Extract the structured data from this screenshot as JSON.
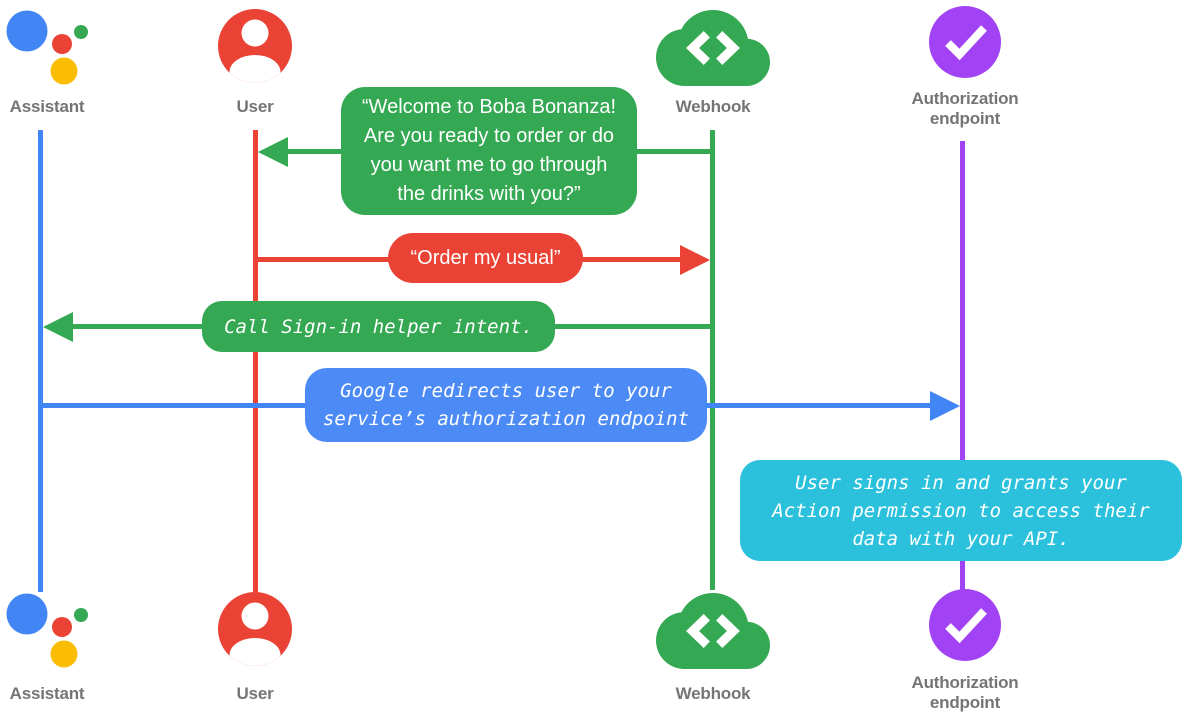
{
  "colors": {
    "assistant_blue": "#4285F4",
    "user_red": "#EA4335",
    "webhook_green": "#34A853",
    "assistant_yellow": "#FBBC04",
    "authorization_purple": "#A142F4",
    "note_cyan": "#2BC1DC",
    "redirect_blue": "#4C8BF5",
    "label_gray": "#757575"
  },
  "actors": [
    {
      "id": "assistant",
      "label": "Assistant",
      "icon": "google-assistant-icon"
    },
    {
      "id": "user",
      "label": "User",
      "icon": "user-icon"
    },
    {
      "id": "webhook",
      "label": "Webhook",
      "icon": "cloud-code-icon"
    },
    {
      "id": "authorization-endpoint",
      "label": "Authorization\nendpoint",
      "icon": "check-circle-icon"
    }
  ],
  "messages": [
    {
      "id": "welcome",
      "from": "Webhook",
      "to": "User",
      "style": "speech-bubble",
      "text": "“Welcome to Boba Bonanza!\nAre you ready to order or do\nyou want me to go through\nthe drinks with you?”"
    },
    {
      "id": "order",
      "from": "User",
      "to": "Webhook",
      "style": "speech-bubble",
      "text": "“Order my usual”"
    },
    {
      "id": "signin",
      "from": "Webhook",
      "to": "Assistant",
      "style": "system-code",
      "text": "Call Sign-in helper intent."
    },
    {
      "id": "redirect",
      "from": "Assistant",
      "to": "Authorization endpoint",
      "style": "system-code",
      "text": "Google redirects user to your\nservice’s authorization endpoint"
    },
    {
      "id": "grant",
      "anchor": "Authorization endpoint",
      "style": "system-code-note",
      "text": "User signs in and grants your\nAction permission to access their\ndata with your API."
    }
  ]
}
